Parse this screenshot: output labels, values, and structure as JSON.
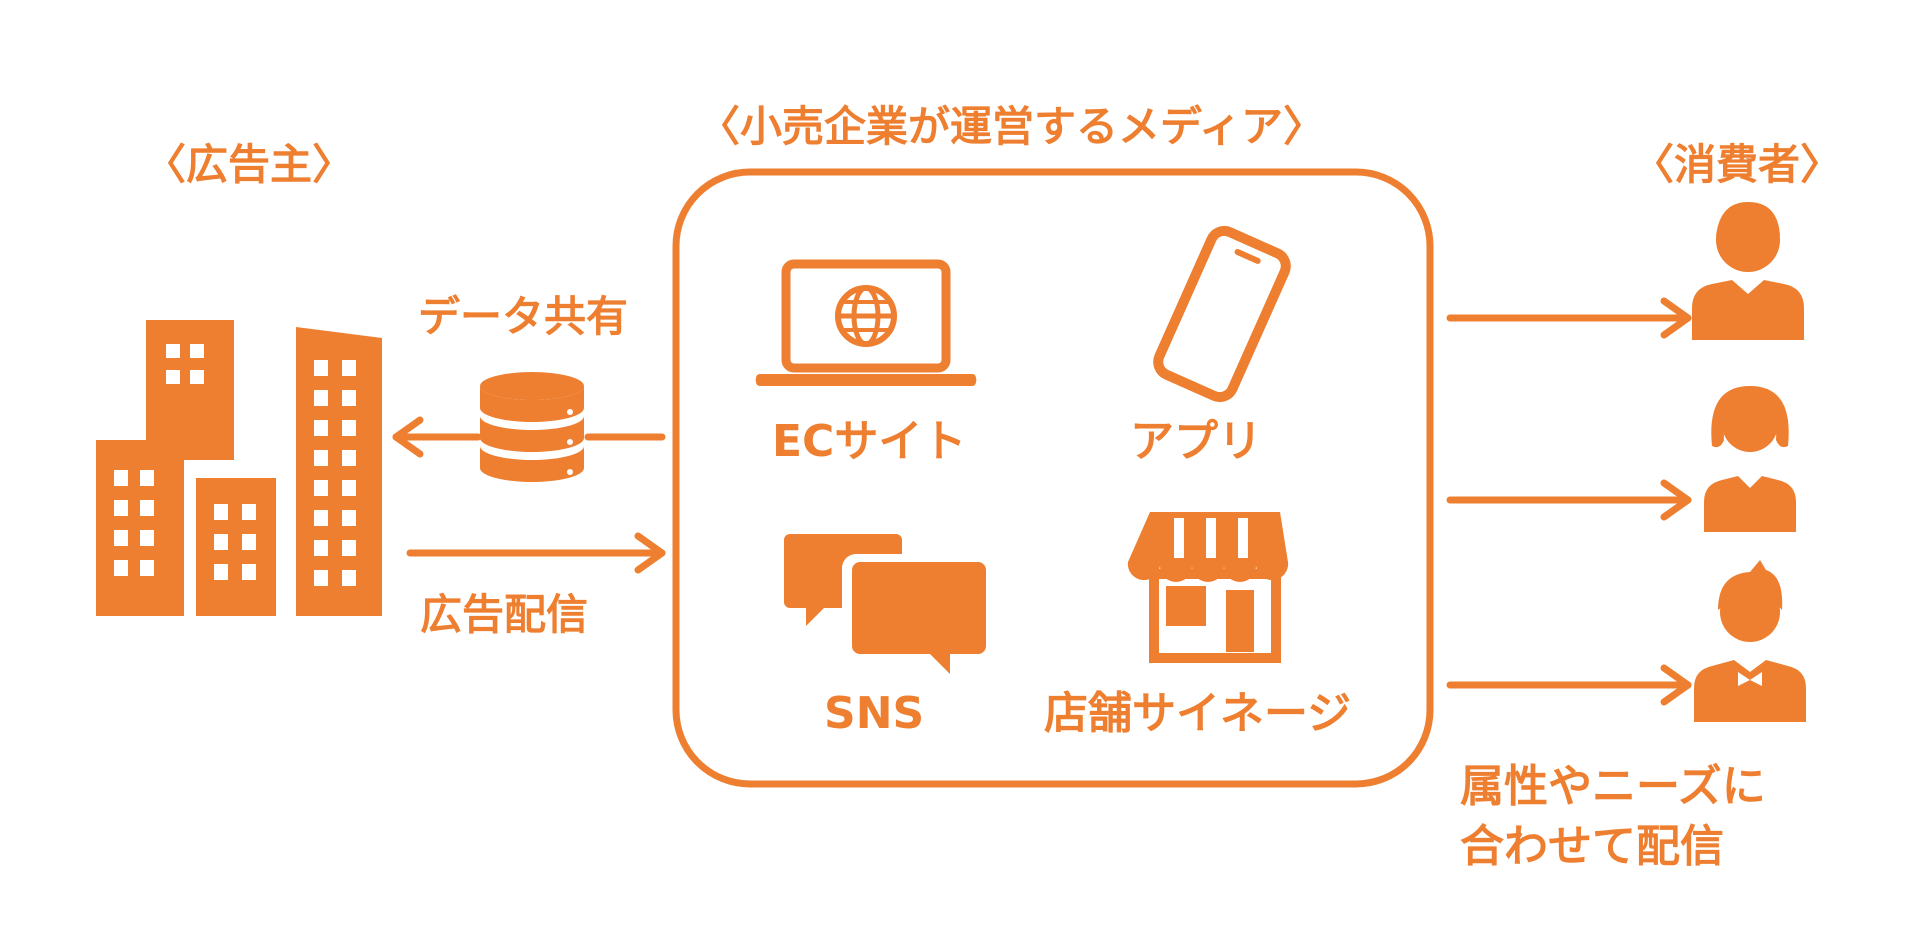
{
  "advertiser": {
    "heading": "〈広告主〉"
  },
  "media": {
    "heading": "〈小売企業が運営するメディア〉",
    "channels": [
      {
        "label": "ECサイト",
        "icon": "laptop-globe-icon"
      },
      {
        "label": "アプリ",
        "icon": "smartphone-icon"
      },
      {
        "label": "SNS",
        "icon": "chat-bubbles-icon"
      },
      {
        "label": "店舗サイネージ",
        "icon": "storefront-icon"
      }
    ]
  },
  "consumers": {
    "heading": "〈消費者〉",
    "icons": [
      "man-person-icon",
      "woman-person-icon",
      "boy-person-icon"
    ],
    "delivery_line1": "属性やニーズに",
    "delivery_line2": "合わせて配信"
  },
  "flows": {
    "data_sharing": "データ共有",
    "ad_delivery": "広告配信"
  },
  "colors": {
    "accent": "#ee7f30",
    "background": "#ffffff"
  }
}
